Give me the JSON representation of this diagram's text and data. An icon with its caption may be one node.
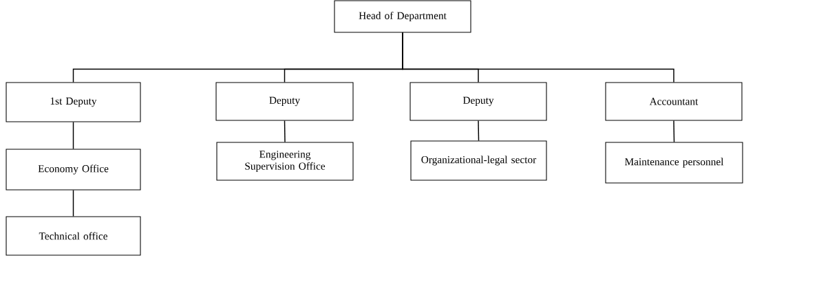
{
  "diagram": {
    "nodes": [
      {
        "text": [
          "Head of Department"
        ]
      },
      {
        "text": [
          "1st Deputy"
        ]
      },
      {
        "text": [
          "Deputy"
        ]
      },
      {
        "text": [
          "Deputy"
        ]
      },
      {
        "text": [
          "Accountant"
        ]
      },
      {
        "text": [
          "Economy Office"
        ]
      },
      {
        "text": [
          "Engineering Supervision Office"
        ]
      },
      {
        "text": [
          "Organizational-legal sector"
        ]
      },
      {
        "text": [
          "Maintenance personnel"
        ]
      },
      {
        "text": [
          "Technical office"
        ]
      }
    ],
    "edges": [
      {
        "from": 0,
        "to": 1,
        "arrow": "none"
      },
      {
        "from": 0,
        "to": 2,
        "arrow": "none"
      },
      {
        "from": 0,
        "to": 3,
        "arrow": "none"
      },
      {
        "from": 0,
        "to": 4,
        "arrow": "none"
      },
      {
        "from": 1,
        "to": 5,
        "arrow": "none"
      },
      {
        "from": 2,
        "to": 6,
        "arrow": "none"
      },
      {
        "from": 3,
        "to": 7,
        "arrow": "none"
      },
      {
        "from": 4,
        "to": 8,
        "arrow": "none"
      },
      {
        "from": 5,
        "to": 9,
        "arrow": "none"
      }
    ]
  }
}
